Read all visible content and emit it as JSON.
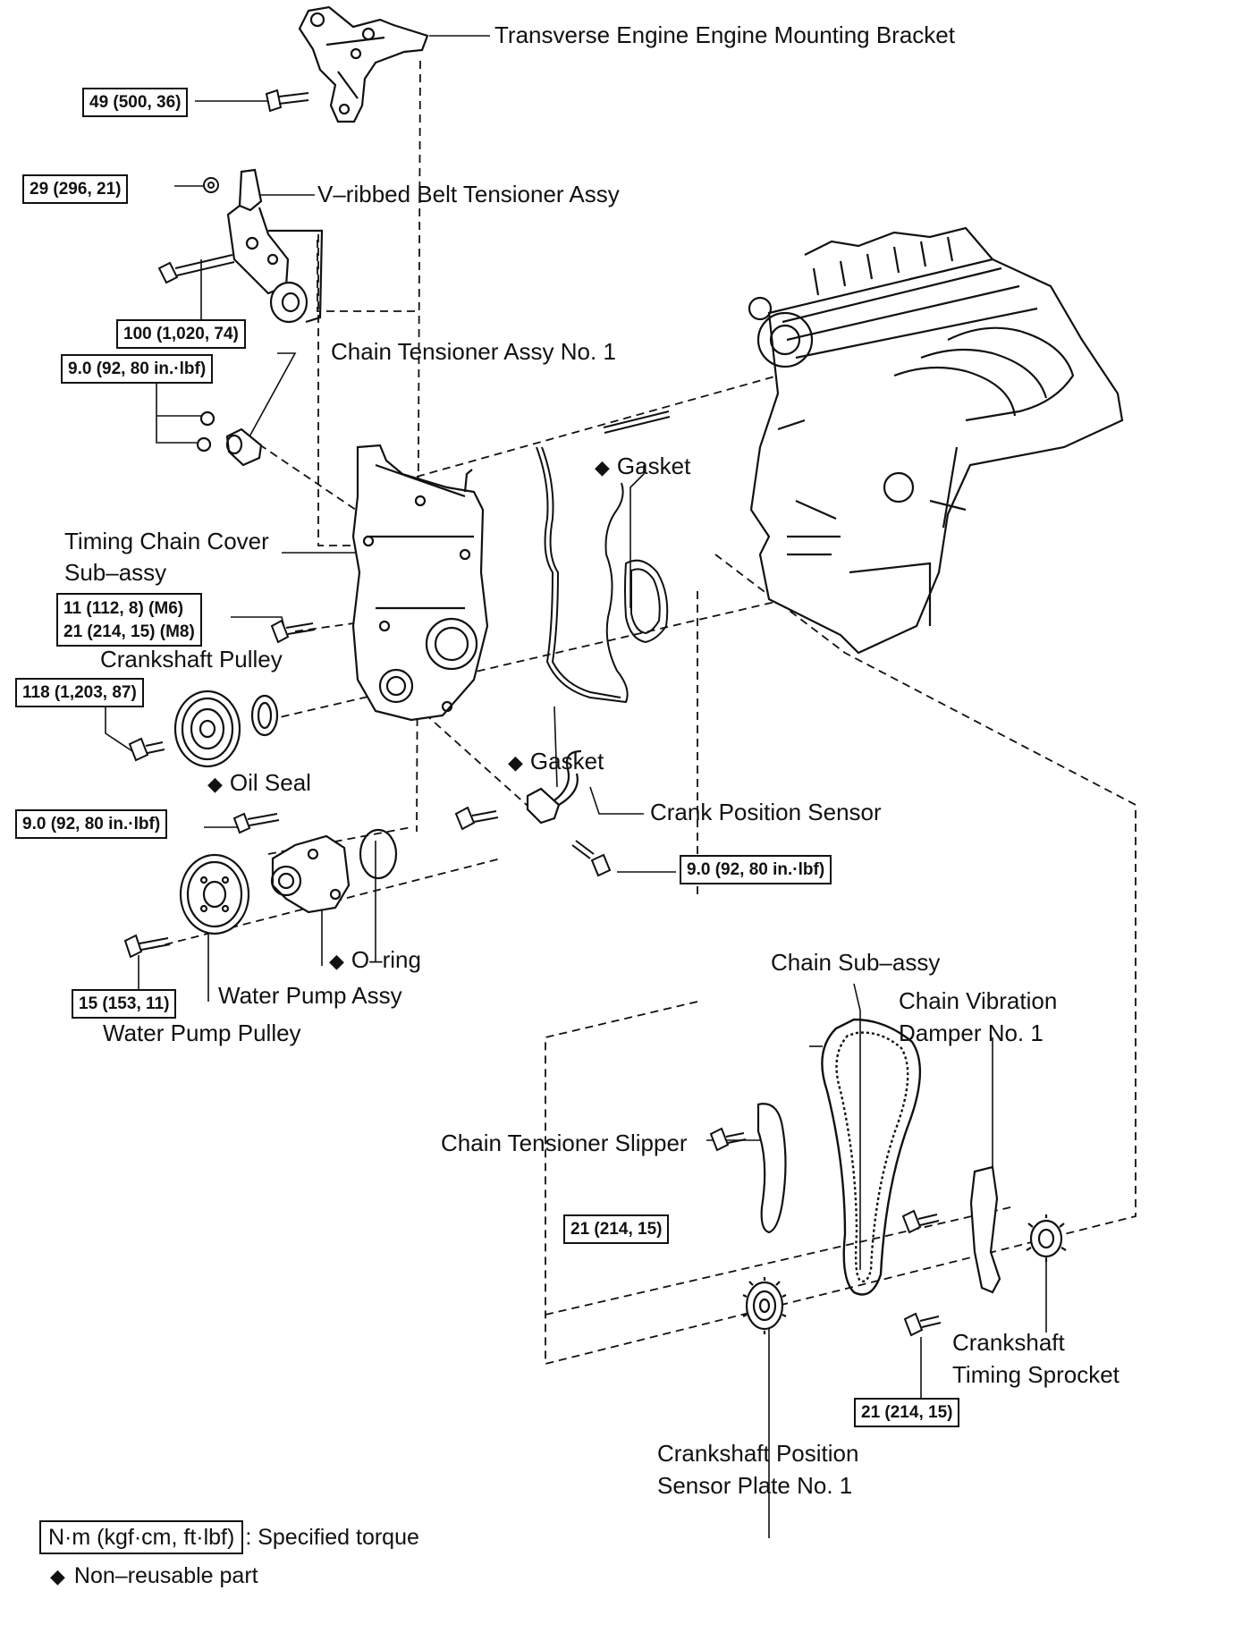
{
  "labels": {
    "bracket": "Transverse Engine Engine Mounting Bracket",
    "belt_tensioner": "V–ribbed Belt Tensioner Assy",
    "chain_tensioner": "Chain Tensioner Assy No. 1",
    "gasket_upper": "Gasket",
    "cover_line1": "Timing Chain Cover",
    "cover_line2": "Sub–assy",
    "crank_pulley": "Crankshaft Pulley",
    "oil_seal": "Oil Seal",
    "gasket_lower": "Gasket",
    "crank_sensor": "Crank Position Sensor",
    "oring": "O–ring",
    "water_pump": "Water Pump Assy",
    "water_pump_pulley": "Water Pump Pulley",
    "chain": "Chain Sub–assy",
    "vibration_line1": "Chain Vibration",
    "vibration_line2": "Damper No. 1",
    "slipper": "Chain Tensioner Slipper",
    "sprocket_line1": "Crankshaft",
    "sprocket_line2": "Timing Sprocket",
    "sensor_plate_line1": "Crankshaft Position",
    "sensor_plate_line2": "Sensor Plate No. 1"
  },
  "torques": {
    "bracket": "49 (500, 36)",
    "belt_nut": "29 (296, 21)",
    "belt_bolt": "100 (1,020, 74)",
    "chain_tensioner": "9.0 (92, 80 in.·lbf)",
    "cover_m6": "11 (112, 8) (M6)",
    "cover_m8": "21 (214, 15) (M8)",
    "crank_pulley": "118 (1,203, 87)",
    "water_pump": "9.0 (92, 80 in.·lbf)",
    "crank_sensor": "9.0 (92, 80 in.·lbf)",
    "pump_pulley": "15 (153, 11)",
    "slipper": "21 (214, 15)",
    "damper": "21 (214, 15)"
  },
  "legend": {
    "torque_box": "N·m (kgf·cm, ft·lbf)",
    "torque_desc": ": Specified torque",
    "nonreusable_symbol": "◆",
    "nonreusable_desc": "Non–reusable part"
  }
}
